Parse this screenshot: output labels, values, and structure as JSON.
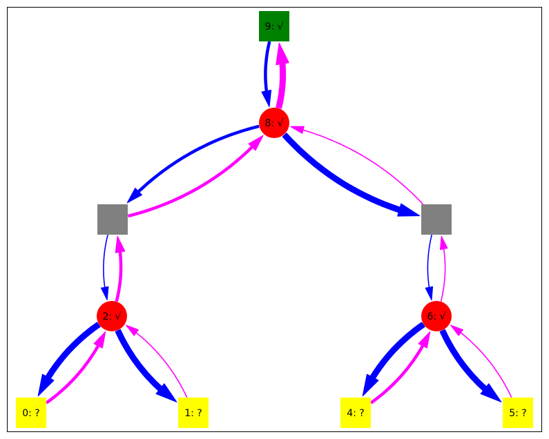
{
  "colors": {
    "blue": "#0000ff",
    "magenta": "#ff00ff",
    "red": "#ff0000",
    "green": "#008000",
    "yellow": "#ffff00",
    "gray": "#808080",
    "frame": "#000000"
  },
  "nodes": [
    {
      "id": "9",
      "label": "9: √",
      "shape": "square",
      "color": "green"
    },
    {
      "id": "8",
      "label": "8: √",
      "shape": "circle",
      "color": "red"
    },
    {
      "id": "L",
      "label": "",
      "shape": "square",
      "color": "gray"
    },
    {
      "id": "R",
      "label": "",
      "shape": "square",
      "color": "gray"
    },
    {
      "id": "2",
      "label": "2: √",
      "shape": "circle",
      "color": "red"
    },
    {
      "id": "6",
      "label": "6: √",
      "shape": "circle",
      "color": "red"
    },
    {
      "id": "0",
      "label": "0: ?",
      "shape": "square",
      "color": "yellow"
    },
    {
      "id": "1",
      "label": "1: ?",
      "shape": "square",
      "color": "yellow"
    },
    {
      "id": "4",
      "label": "4: ?",
      "shape": "square",
      "color": "yellow"
    },
    {
      "id": "5",
      "label": "5: ?",
      "shape": "square",
      "color": "yellow"
    }
  ],
  "edges": [
    {
      "from": "9",
      "to": "8",
      "color": "blue",
      "weight": "medium"
    },
    {
      "from": "8",
      "to": "9",
      "color": "magenta",
      "weight": "heavy"
    },
    {
      "from": "8",
      "to": "L",
      "color": "blue",
      "weight": "medium"
    },
    {
      "from": "L",
      "to": "8",
      "color": "magenta",
      "weight": "medium"
    },
    {
      "from": "8",
      "to": "R",
      "color": "blue",
      "weight": "heavy"
    },
    {
      "from": "R",
      "to": "8",
      "color": "magenta",
      "weight": "thin"
    },
    {
      "from": "L",
      "to": "2",
      "color": "blue",
      "weight": "thin"
    },
    {
      "from": "2",
      "to": "L",
      "color": "magenta",
      "weight": "medium"
    },
    {
      "from": "R",
      "to": "6",
      "color": "blue",
      "weight": "thin"
    },
    {
      "from": "6",
      "to": "R",
      "color": "magenta",
      "weight": "thin"
    },
    {
      "from": "2",
      "to": "0",
      "color": "blue",
      "weight": "heavy"
    },
    {
      "from": "0",
      "to": "2",
      "color": "magenta",
      "weight": "medium"
    },
    {
      "from": "2",
      "to": "1",
      "color": "blue",
      "weight": "heavy"
    },
    {
      "from": "1",
      "to": "2",
      "color": "magenta",
      "weight": "thin"
    },
    {
      "from": "6",
      "to": "4",
      "color": "blue",
      "weight": "heavy"
    },
    {
      "from": "4",
      "to": "6",
      "color": "magenta",
      "weight": "medium"
    },
    {
      "from": "6",
      "to": "5",
      "color": "blue",
      "weight": "heavy"
    },
    {
      "from": "5",
      "to": "6",
      "color": "magenta",
      "weight": "thin"
    }
  ]
}
